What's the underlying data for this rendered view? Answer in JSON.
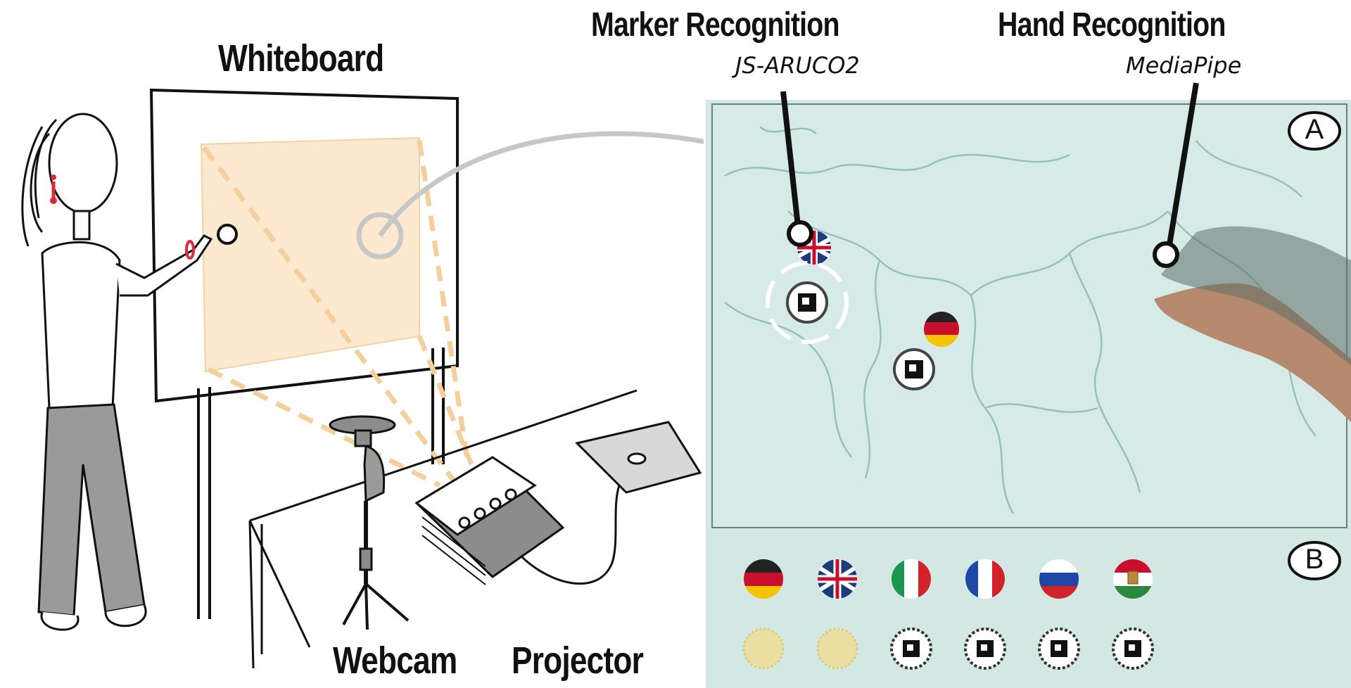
{
  "labels": {
    "whiteboard": "Whiteboard",
    "webcam": "Webcam",
    "projector": "Projector",
    "marker_recognition": "Marker Recognition",
    "marker_library": "JS-ARUCO2",
    "hand_recognition": "Hand Recognition",
    "hand_library": "MediaPipe"
  },
  "panel_badges": {
    "a": "A",
    "b": "B"
  },
  "flags": {
    "palette": [
      "germany",
      "united-kingdom",
      "italy",
      "france",
      "russia",
      "hungary"
    ],
    "on_map": [
      "united-kingdom",
      "germany"
    ]
  },
  "marker_slots": {
    "empty": 2,
    "filled": 4
  },
  "colors": {
    "projection_fill": "#fde9cf",
    "projection_edge": "#f3d2a3",
    "beam": "#f4cf9c",
    "screen_bg": "#d3e8e3",
    "map_lines": "#8fbcb4",
    "person_accent": "#d92b3a",
    "pants": "#9a9a9a",
    "device": "#8c8c8c"
  }
}
